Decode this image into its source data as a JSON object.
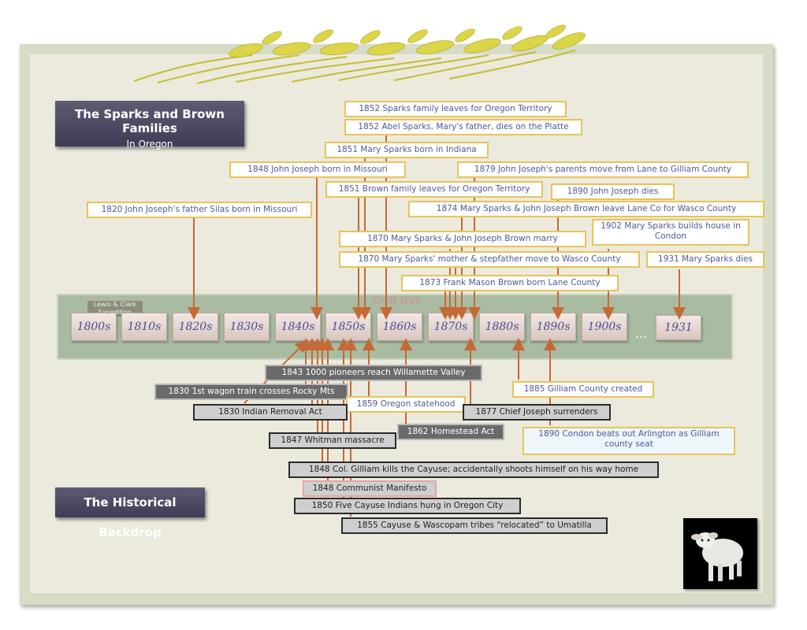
{
  "titles": {
    "families_line1": "The Sparks and Brown Families",
    "families_line2": "In Oregon",
    "historical": "The Historical Backdrop"
  },
  "timeline": {
    "decades": [
      "1800s",
      "1810s",
      "1820s",
      "1830s",
      "1840s",
      "1850s",
      "1860s",
      "1870s",
      "1880s",
      "1890s",
      "1900s",
      "1931"
    ],
    "ellipsis": "...",
    "lewis_clark": "Lewis & Clark Expedition",
    "civil_war": "Civil War"
  },
  "family_events": [
    "1852 Sparks family leaves for Oregon Territory",
    "1852 Abel Sparks, Mary's father, dies on the Platte",
    "1851 Mary Sparks born in Indiana",
    "1848 John Joseph born in Missouri",
    "1879 John Joseph's parents move from Lane to Gilliam County",
    "1851 Brown family leaves for Oregon Territory",
    "1890 John Joseph dies",
    "1820 John Joseph's father Silas born in Missouri",
    "1874 Mary Sparks & John Joseph Brown leave Lane Co for Wasco County",
    "1902 Mary Sparks builds house in Condon",
    "1870 Mary Sparks & John Joseph Brown marry",
    "1870 Mary Sparks' mother & stepfather move to Wasco County",
    "1931 Mary Sparks dies",
    "1873 Frank Mason Brown born Lane County"
  ],
  "historical_events": [
    "1843  1000 pioneers reach Willamette Valley",
    "1830  1st wagon train crosses Rocky Mts",
    "1885 Gilliam County created",
    "1859 Oregon statehood",
    "1830 Indian Removal Act",
    "1877 Chief Joseph surrenders",
    "1862 Homestead Act",
    "1890 Condon beats out Arlington as Gilliam county seat",
    "1847 Whitman massacre",
    "1848 Col. Gilliam kills the Cayuse; accidentally shoots himself on his way home",
    "1848 Communist Manifesto",
    "1850 Five Cayuse Indians hung in Oregon City",
    "1855 Cayuse & Wascopam tribes “relocated” to Umatilla"
  ],
  "colors": {
    "arrow": "#c46a35",
    "family_border": "#e7c35a",
    "family_text": "#4d5a95",
    "band": "#a9bba1",
    "title_bg": "#4c4a63"
  },
  "icons": [
    "wheat-illustration",
    "lamb-icon"
  ]
}
